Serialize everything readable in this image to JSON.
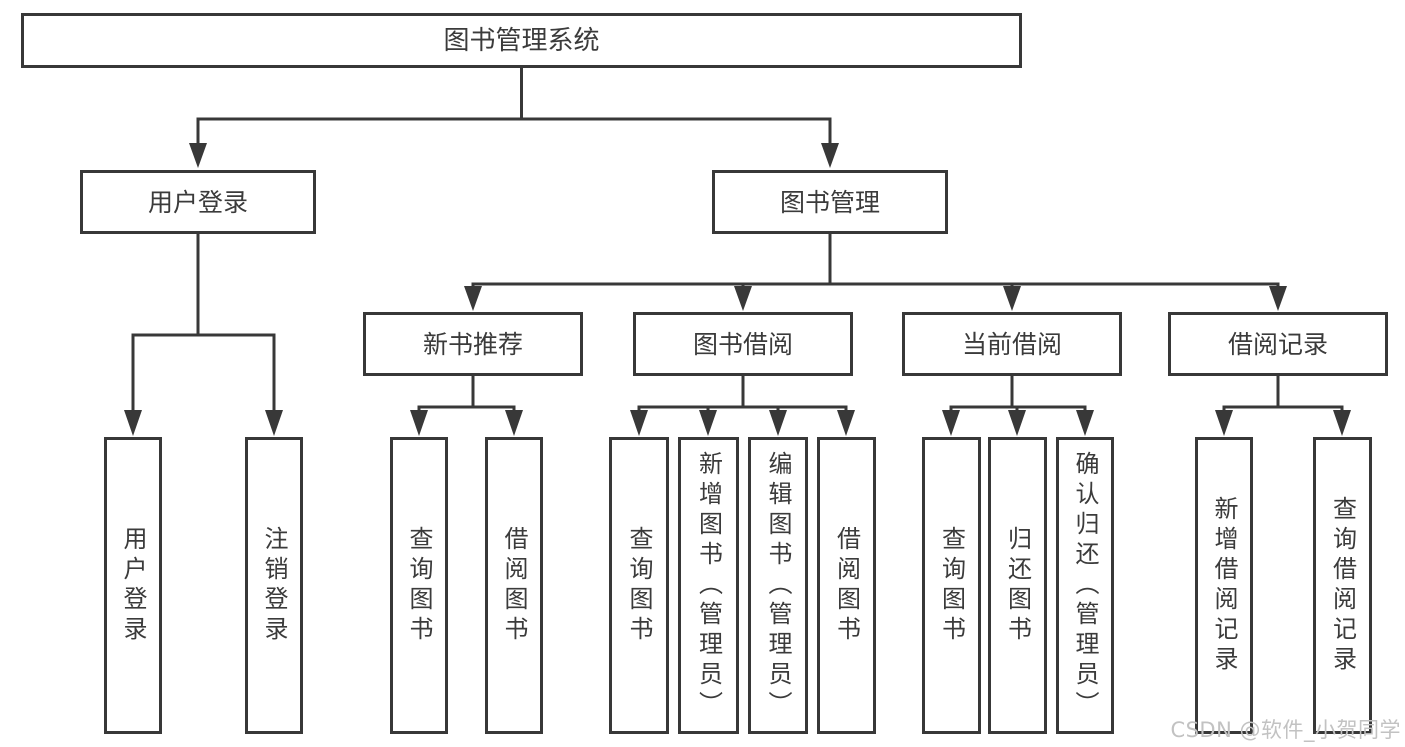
{
  "diagram": {
    "root": {
      "label": "图书管理系统"
    },
    "user_branch": {
      "label": "用户登录",
      "children": [
        "用户登录",
        "注销登录"
      ]
    },
    "book_branch": {
      "label": "图书管理",
      "sections": [
        {
          "label": "新书推荐",
          "children": [
            "查询图书",
            "借阅图书"
          ]
        },
        {
          "label": "图书借阅",
          "children": [
            "查询图书",
            "新增图书（管理员）",
            "编辑图书（管理员）",
            "借阅图书"
          ]
        },
        {
          "label": "当前借阅",
          "children": [
            "查询图书",
            "归还图书",
            "确认归还（管理员）"
          ]
        },
        {
          "label": "借阅记录",
          "children": [
            "新增借阅记录",
            "查询借阅记录"
          ]
        }
      ]
    },
    "watermark": "CSDN @软件_小贺同学",
    "colors": {
      "line": "#383838",
      "text": "#3b3b3b",
      "box_background": "#ffffff",
      "page_background": "#ffffff",
      "watermark": "#c2c2c2"
    }
  }
}
